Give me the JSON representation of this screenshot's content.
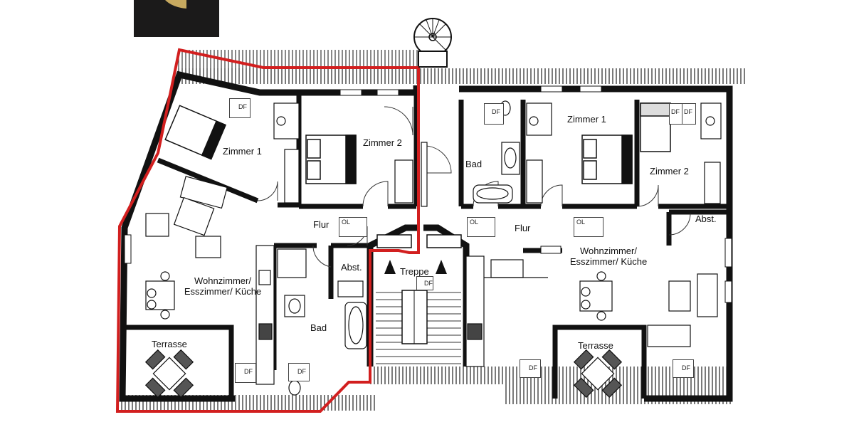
{
  "rooms": {
    "left_zimmer1": "Zimmer 1",
    "left_zimmer2": "Zimmer 2",
    "left_flur": "Flur",
    "left_living": "Wohnzimmer/ Esszimmer/ Küche",
    "left_abst": "Abst.",
    "left_bad": "Bad",
    "left_terrasse": "Terrasse",
    "treppe": "Treppe",
    "right_bad": "Bad",
    "right_zimmer1": "Zimmer 1",
    "right_zimmer2": "Zimmer 2",
    "right_flur": "Flur",
    "right_abst": "Abst.",
    "right_living": "Wohnzimmer/ Esszimmer/ Küche",
    "right_terrasse": "Terrasse"
  },
  "marks": {
    "df": "DF",
    "ol": "OL"
  },
  "colors": {
    "wall": "#111111",
    "highlight": "#d21f1f",
    "logo_dark": "#1b1a1a",
    "logo_gold": "#c7a95f"
  }
}
